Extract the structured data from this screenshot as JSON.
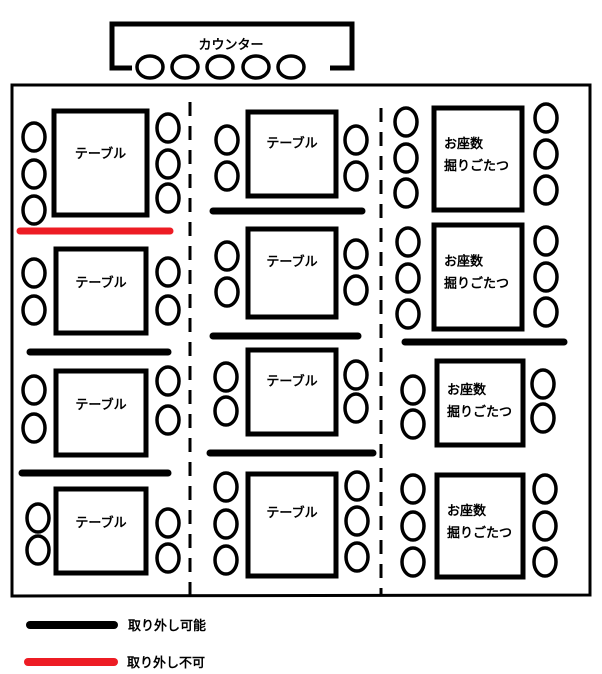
{
  "counter": {
    "label": "カウンター"
  },
  "table_label": "テーブル",
  "zashiki_label": {
    "line1": "お座数",
    "line2": "掘りごたつ"
  },
  "legend": {
    "removable": {
      "label": "取り外し可能",
      "color": "#000000"
    },
    "fixed": {
      "label": "取り外し不可",
      "color": "#ed1c24"
    }
  },
  "tables": [
    {
      "column": 1,
      "kind": "table",
      "seats": 6
    },
    {
      "column": 1,
      "kind": "table",
      "seats": 4
    },
    {
      "column": 1,
      "kind": "table",
      "seats": 4
    },
    {
      "column": 1,
      "kind": "table",
      "seats": 4
    },
    {
      "column": 2,
      "kind": "table",
      "seats": 4
    },
    {
      "column": 2,
      "kind": "table",
      "seats": 4
    },
    {
      "column": 2,
      "kind": "table",
      "seats": 4
    },
    {
      "column": 2,
      "kind": "table",
      "seats": 6
    },
    {
      "column": 3,
      "kind": "zashiki",
      "seats": 6
    },
    {
      "column": 3,
      "kind": "zashiki",
      "seats": 6
    },
    {
      "column": 3,
      "kind": "zashiki",
      "seats": 4
    },
    {
      "column": 3,
      "kind": "zashiki",
      "seats": 6
    }
  ]
}
